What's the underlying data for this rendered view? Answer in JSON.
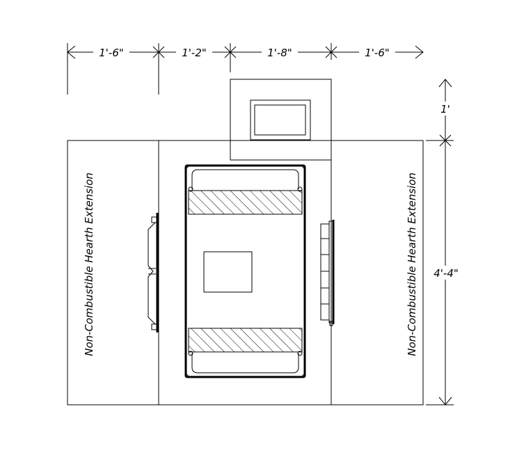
{
  "dimensions": {
    "top": [
      "1'-6\"",
      "1'-2\"",
      "1'-8\"",
      "1'-6\""
    ],
    "side_upper": "1'",
    "side_lower": "4'-4\""
  },
  "labels": {
    "left_hearth": "Non-Combustible Hearth Extension",
    "right_hearth": "Non-Combustible Hearth Extension"
  }
}
